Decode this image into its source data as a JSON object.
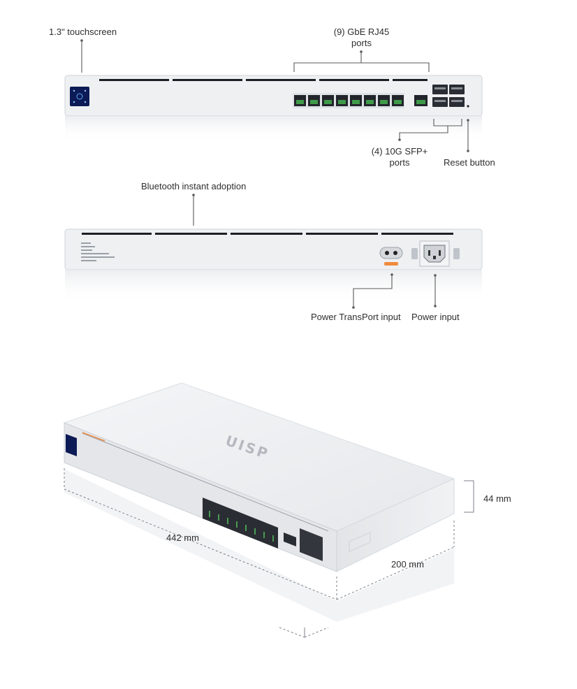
{
  "front_view": {
    "touchscreen_label": "1.3ʺ touchscreen",
    "rj45_label_line1": "(9) GbE RJ45",
    "rj45_label_line2": "ports",
    "sfp_label_line1": "(4) 10G SFP+",
    "sfp_label_line2": "ports",
    "reset_label": "Reset button"
  },
  "rear_view": {
    "bluetooth_label": "Bluetooth instant adoption",
    "transport_label": "Power TransPort input",
    "power_label": "Power input"
  },
  "iso_view": {
    "logo_text": "UISP",
    "width_label": "442 mm",
    "depth_label": "200 mm",
    "height_label": "44 mm"
  },
  "colors": {
    "chassis": "#eef0f2",
    "screen": "#0c1a55",
    "port_green": "#3f9a4a",
    "accent_orange": "#f08a3c"
  }
}
